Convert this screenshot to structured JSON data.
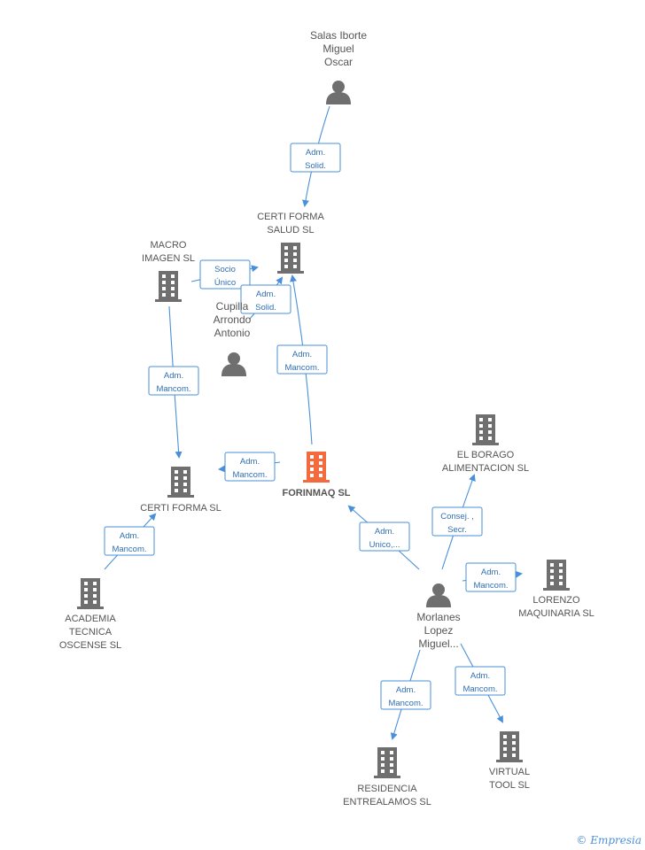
{
  "colors": {
    "company": "#6f6f6f",
    "main_company": "#f26a3d",
    "person": "#6f6f6f",
    "edge": "#4a90d9",
    "label": "#555555"
  },
  "nodes": [
    {
      "id": "salas",
      "kind": "person",
      "lines": [
        "Salas Iborte",
        "Miguel",
        "Oscar"
      ]
    },
    {
      "id": "certi_salud",
      "kind": "company",
      "lines": [
        "CERTI FORMA",
        "SALUD SL"
      ]
    },
    {
      "id": "macro",
      "kind": "company",
      "lines": [
        "MACRO",
        "IMAGEN SL"
      ]
    },
    {
      "id": "cupilla",
      "kind": "person",
      "lines": [
        "Cupilla",
        "Arrondo",
        "Antonio"
      ]
    },
    {
      "id": "forinmaq",
      "kind": "main",
      "lines": [
        "FORINMAQ SL"
      ]
    },
    {
      "id": "certi_sl",
      "kind": "company",
      "lines": [
        "CERTI FORMA SL"
      ]
    },
    {
      "id": "academia",
      "kind": "company",
      "lines": [
        "ACADEMIA",
        "TECNICA",
        "OSCENSE  SL"
      ]
    },
    {
      "id": "borago",
      "kind": "company",
      "lines": [
        "EL BORAGO",
        "ALIMENTACION SL"
      ]
    },
    {
      "id": "lorenzo",
      "kind": "company",
      "lines": [
        "LORENZO",
        "MAQUINARIA SL"
      ]
    },
    {
      "id": "morlanes",
      "kind": "person",
      "lines": [
        "Morlanes",
        "Lopez",
        "Miguel..."
      ]
    },
    {
      "id": "residencia",
      "kind": "company",
      "lines": [
        "RESIDENCIA",
        "ENTREALAMOS SL"
      ]
    },
    {
      "id": "virtual",
      "kind": "company",
      "lines": [
        "VIRTUAL",
        "TOOL SL"
      ]
    }
  ],
  "edges": [
    {
      "id": "salas-certisalud",
      "lines": [
        "Adm.",
        "Solid."
      ]
    },
    {
      "id": "macro-certisalud",
      "lines": [
        "Socio",
        "Único"
      ]
    },
    {
      "id": "cupilla-certisalud",
      "lines": [
        "Adm.",
        "Solid."
      ]
    },
    {
      "id": "forinmaq-certisalud",
      "lines": [
        "Adm.",
        "Mancom."
      ]
    },
    {
      "id": "macro-certisl",
      "lines": [
        "Adm.",
        "Mancom."
      ]
    },
    {
      "id": "forinmaq-certisl",
      "lines": [
        "Adm.",
        "Mancom."
      ]
    },
    {
      "id": "academia-certisl",
      "lines": [
        "Adm.",
        "Mancom."
      ]
    },
    {
      "id": "morlanes-forinmaq",
      "lines": [
        "Adm.",
        "Unico,..."
      ]
    },
    {
      "id": "morlanes-borago",
      "lines": [
        "Consej. ,",
        "Secr."
      ]
    },
    {
      "id": "morlanes-lorenzo",
      "lines": [
        "Adm.",
        "Mancom."
      ]
    },
    {
      "id": "morlanes-residencia",
      "lines": [
        "Adm.",
        "Mancom."
      ]
    },
    {
      "id": "morlanes-virtual",
      "lines": [
        "Adm.",
        "Mancom."
      ]
    }
  ],
  "brand": {
    "symbol": "©",
    "name": "Empresia"
  }
}
